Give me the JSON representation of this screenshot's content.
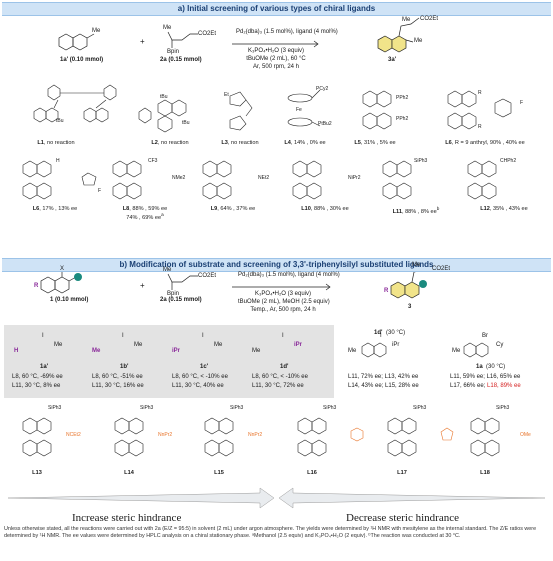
{
  "section_a": {
    "title": "a) Initial screening of various types of chiral ligands",
    "reactant1": "1a' (0.10 mmol)",
    "reactant1_sub": "Me",
    "plus": "+",
    "reactant2": "2a (0.15 mmol)",
    "reactant2_parts": [
      "Me",
      "CO2Et",
      "Bpin"
    ],
    "conditions": [
      "Pd₂(dba)₃ (1.5 mol%), ligand (4 mol%)",
      "K₃PO₄•H₂O (3 equiv)",
      "tBuOMe (2 mL), 60 °C",
      "Ar, 500 rpm, 24 h"
    ],
    "product": "3a'",
    "product_parts": [
      "Me",
      "CO2Et",
      "Me"
    ],
    "ligands_row1": [
      {
        "id": "L1",
        "result": "no reaction"
      },
      {
        "id": "L2",
        "result": "no reaction"
      },
      {
        "id": "L3",
        "result": "no reaction"
      },
      {
        "id": "L4",
        "result": "14% , 0% ee"
      },
      {
        "id": "L5",
        "result": "31% , 5% ee"
      },
      {
        "id": "L6",
        "result": "R = 9 anthryl, 90% , 40% ee"
      }
    ],
    "ligands_row2": [
      {
        "id": "L6",
        "result": "17% , 13% ee"
      },
      {
        "id": "L8",
        "result": "88% , 59% ee",
        "extra": "74% , 69% ee",
        "extra_sup": "a"
      },
      {
        "id": "L9",
        "result": "64% , 37% ee"
      },
      {
        "id": "L10",
        "result": "88% , 30% ee"
      },
      {
        "id": "L11",
        "result": "88% , 8% ee",
        "sup": "b"
      },
      {
        "id": "L12",
        "result": "35% , 43% ee"
      }
    ],
    "struct_labels": {
      "tbu1": "tBu",
      "tbu2": "tBu",
      "tbu3": "tBu",
      "et": "Et",
      "pcy2": "PCy2",
      "fe": "Fe",
      "ptbu2": "PtBu2",
      "pph2": "PPh2",
      "pph2b": "PPh2",
      "r": "R",
      "r2": "R",
      "f": "F",
      "f2": "F",
      "h": "H",
      "h2": "H",
      "cf3": "CF3",
      "nme2": "NMe2",
      "net2": "NEt2",
      "nipr2": "NiPr2",
      "sph3": "SiPh3",
      "chph2": "CHPh2",
      "p": "P",
      "o": "O"
    }
  },
  "section_b": {
    "title": "b) Modification of substrate and screening of 3,3'-triphenylsilyl substituted ligands",
    "reactant1": "1 (0.10 mmol)",
    "reactant1_parts": [
      "R",
      "X"
    ],
    "plus": "+",
    "reactant2": "2a (0.15 mmol)",
    "reactant2_parts": [
      "Me",
      "CO2Et",
      "Bpin"
    ],
    "conditions": [
      "Pd₂(dba)₃ (1.5 mol%), ligand (4 mol%)",
      "K₃PO₄•H₂O (3 equiv)",
      "tBuOMe (2 mL), MeOH (2.5 equiv)",
      "Temp., Ar, 500 rpm, 24 h"
    ],
    "product": "3",
    "product_parts": [
      "R",
      "Me",
      "CO2Et"
    ],
    "substrates": [
      {
        "id": "1a'",
        "groups": [
          "H",
          "I",
          "Me"
        ],
        "lines": [
          "L8, 60 °C, -69% ee",
          "L11, 30 °C, 8% ee"
        ]
      },
      {
        "id": "1b'",
        "groups": [
          "Me",
          "I",
          "Me"
        ],
        "lines": [
          "L8, 60 °C, -51% ee",
          "L11, 30 °C, 16% ee"
        ]
      },
      {
        "id": "1c'",
        "groups": [
          "iPr",
          "I",
          "Me"
        ],
        "lines": [
          "L8, 60 °C, < -10% ee",
          "L11, 30 °C, 40% ee"
        ]
      },
      {
        "id": "1d'",
        "groups": [
          "Me",
          "I",
          "iPr"
        ],
        "lines": [
          "L8, 60 °C, < -10% ee",
          "L11, 30 °C, 72% ee"
        ]
      }
    ],
    "substrate_right1": {
      "id": "1d'",
      "temp": "(30 °C)",
      "groups": [
        "Me",
        "I",
        "iPr"
      ],
      "lines": [
        "L11, 72% ee; L13, 42% ee",
        "L14, 43% ee; L15, 28% ee"
      ]
    },
    "substrate_right2": {
      "id": "1a",
      "temp": "(30 °C)",
      "groups": [
        "Me",
        "Br",
        "Cy"
      ],
      "lines": [
        "L11, 59% ee; L16, 65% ee",
        "L17, 66% ee; "
      ],
      "highlight": "L18, 89% ee"
    },
    "ligands_row3": [
      {
        "id": "L13",
        "amine": "NCEt2"
      },
      {
        "id": "L14",
        "amine": "NnPr2"
      },
      {
        "id": "L15",
        "amine": "NnPr2"
      },
      {
        "id": "L16",
        "amine": "piperidine"
      },
      {
        "id": "L17",
        "amine": "pyrrolidine"
      },
      {
        "id": "L18",
        "amine": "OMe"
      }
    ],
    "left_caption": "Increase steric hindrance",
    "right_caption": "Decrease steric hindrance"
  },
  "footnote": "Unless otherwise stated, all the reactions were carried out with 2a (E/Z = 95:5) in solvent (2 mL) under argon atmosphere. The yields were determined by ¹H NMR with mesitylene as the internal standard. The Z/E ratios were determined by ¹H NMR. The ee values were determined by HPLC analysis on a chiral stationary phase. ᵃMethanol (2.5 equiv) and K₃PO₄•H₂O (2 equiv). ᵇThe reaction was conducted at 30 °C.",
  "colors": {
    "banner_bg": "#cfe3f6",
    "banner_text": "#1a3f73",
    "highlight_red": "#d42020",
    "teal": "#1a8a7e",
    "orange": "#e8742a",
    "purple": "#8a2a9a",
    "naphthalene_fill": "#f1e48a"
  }
}
